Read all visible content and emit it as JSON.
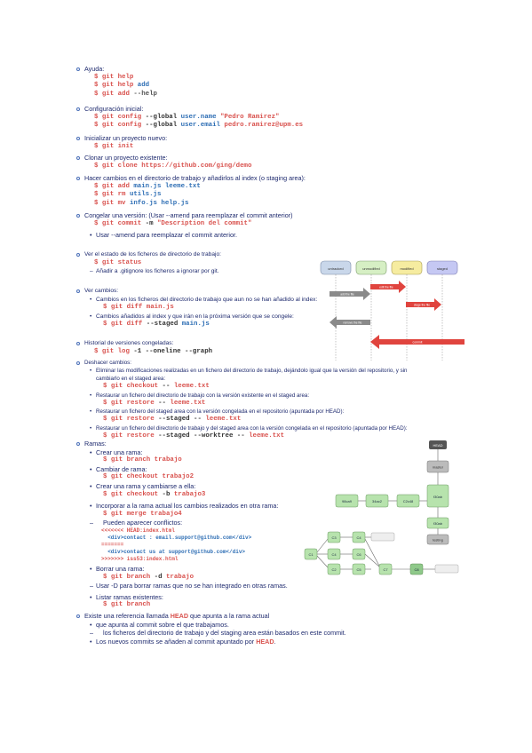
{
  "sections": {
    "ayuda": {
      "title": "Ayuda:",
      "cmds": [
        [
          "git help",
          ""
        ],
        [
          "git help",
          "add"
        ],
        [
          "git add",
          "--help"
        ]
      ]
    },
    "config": {
      "title": "Configuración inicial:",
      "c1": {
        "cmd": "git config",
        "opt": "--global",
        "key": "user.name",
        "val": "\"Pedro Ramirez\""
      },
      "c2": {
        "cmd": "git config",
        "opt": "--global",
        "key": "user.email",
        "val": "pedro.ramirez@upm.es"
      }
    },
    "init": {
      "title": "Inicializar un proyecto nuevo:",
      "cmd": "git init"
    },
    "clone": {
      "title": "Clonar  un proyecto existente:",
      "cmd": "git clone https://github.com/ging/demo"
    },
    "add": {
      "title": "Hacer cambios en el directorio de trabajo y añadirlos al index (o staging area):",
      "cmds": [
        [
          "git add",
          "main.js leeme.txt"
        ],
        [
          "git rm",
          "utils.js"
        ],
        [
          "git mv",
          "info.js help.js"
        ]
      ]
    },
    "commit": {
      "title": "Congelar una versión: (Usar --amend para reemplazar el commit anterior)",
      "cmd": "git commit",
      "opt": "-m",
      "msg": "\"Description del commit\"",
      "bullet": "Usar --amend para reemplazar el commit anterior."
    },
    "status": {
      "title": "Ver el estado de los ficheros de directorio de trabajo:",
      "cmd": "git status",
      "note": "Añadir a .gitignore los ficheros a ignorar por git."
    },
    "diff": {
      "title": "Ver cambios:",
      "b1": "Cambios en los ficheros del directorio de trabajo que aun no se han añadido al index:",
      "c1": "git diff main.js",
      "b2": "Cambios añadidos al index y que irán en la próxima versión que se congele:",
      "c2cmd": "git diff",
      "c2opt": "--staged",
      "c2arg": "main.js"
    },
    "log": {
      "title": "Historial de versiones congeladas:",
      "cmd": "git log",
      "opt": "-1 --oneline --graph"
    },
    "undo": {
      "title": "Deshacer cambios:",
      "b1a": "Eliminar las modificaciones realizadas en un fichero del directorio de trabajo, dejándolo igual que la versión del repositorio, y sin",
      "b1b": "cambiarlo en el staged area:",
      "c1cmd": "git checkout",
      "c1opt": "--",
      "c1arg": "leeme.txt",
      "b2": "Restaurar un fichero del directorio de trabajo con la versión existente en el staged area:",
      "c2cmd": "git restore",
      "c2opt": "--",
      "c2arg": "leeme.txt",
      "b3": "Restaurar un fichero del staged area con la versión congelada en el repositorio (apuntada por HEAD):",
      "c3cmd": "git restore",
      "c3opt": "--staged --",
      "c3arg": "leeme.txt",
      "b4": "Restaurar un fichero del directorio de trabajo y del staged area con la versión congelada en el repositorio (apuntada por HEAD):",
      "c4cmd": "git restore",
      "c4opt": "--staged --worktree --",
      "c4arg": "leeme.txt"
    },
    "branches": {
      "title": "Ramas:",
      "b1": "Crear una rama:",
      "c1": [
        "git branch",
        "trabajo"
      ],
      "b2": "Cambiar de rama:",
      "c2": [
        "git checkout",
        "trabajo2"
      ],
      "b3": "Crear una rama y cambiarse a ella:",
      "c3": [
        "git checkout",
        "-b",
        "trabajo3"
      ],
      "b4": "Incorporar a la rama actual los cambios realizados en otra rama:",
      "c4": [
        "git merge",
        "trabajo4"
      ],
      "s4": "Pueden aparecer conflictos:",
      "conflict": [
        "<<<<<<< HEAD:index.html",
        "<div>contact : email.support@github.com</div>",
        "=======",
        "<div>contact us at support@github.com</div>",
        ">>>>>>> iss53:index.html"
      ],
      "b5": "Borrar una rama:",
      "c5": [
        "git branch",
        "-d",
        "trabajo"
      ],
      "s5": "Usar -D para borrar ramas que no se han integrado en otras ramas.",
      "b6": "Listar ramas existentes:",
      "c6": "git branch"
    },
    "head": {
      "l1a": "Existe una referencia llamada ",
      "l1b": "HEAD",
      "l1c": " que apunta a la rama actual",
      "b1": "que apunta al commit sobre el que trabajamos.",
      "s1": "los ficheros del directorio de trabajo y del staging area están basados en este commit.",
      "b2a": "Los nuevos commits se añaden al commit apuntado por ",
      "b2b": "HEAD",
      "b2c": "."
    }
  },
  "prompt": "$",
  "diagram1": {
    "states": [
      "untracked",
      "unmodified",
      "modified",
      "staged"
    ],
    "arrows": [
      "add the file",
      "edit the file",
      "stage the file",
      "remove the file",
      "commit"
    ]
  },
  "diagram2": {
    "head": "HEAD",
    "master": "master",
    "testing": "testing",
    "commits": [
      "98ca9",
      "34ac2",
      "f30ab",
      "C2c48"
    ],
    "nodes": [
      "C0",
      "C1",
      "C2",
      "C3",
      "C4",
      "C5",
      "C6",
      "C7",
      "C8"
    ],
    "label_a": "",
    "label_b": ""
  },
  "colors": {
    "text": "#1e2a6e",
    "cmd": "#d9534f",
    "arg": "#2f6fb5",
    "accent_red": "#e0443e"
  }
}
